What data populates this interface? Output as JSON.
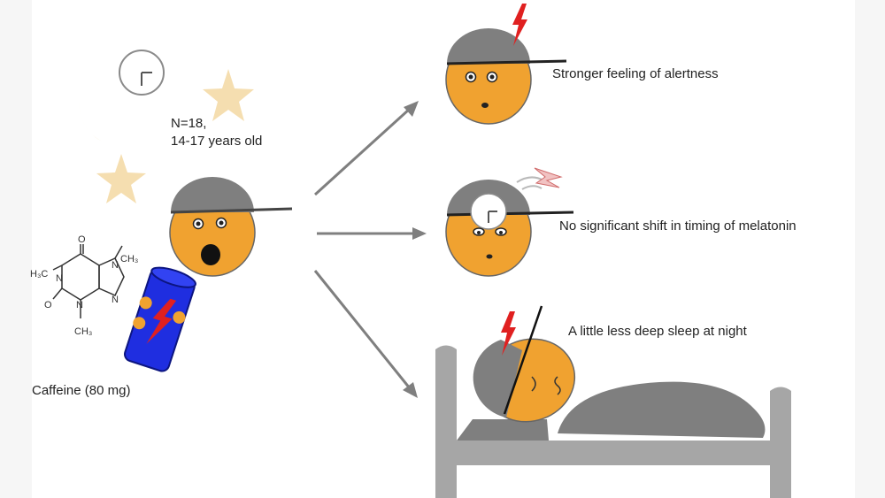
{
  "intro": {
    "participants": "N=18,",
    "age_range": "14-17 years old",
    "caffeine": "Caffeine (80 mg)"
  },
  "molecule": {
    "left_methyl": "H₃C",
    "top_methyl": "CH₃",
    "bottom_methyl": "CH₃",
    "n1": "N",
    "n3": "N",
    "n7": "N",
    "n9": "N",
    "o_top": "O",
    "o_left": "O"
  },
  "outcomes": [
    {
      "label": "Stronger feeling of alertness"
    },
    {
      "label": "No significant shift in timing  of melatonin"
    },
    {
      "label": "A little less deep sleep at night"
    }
  ],
  "colors": {
    "face": "#f0a230",
    "cap": "#7f7f7f",
    "star": "#f5deb0",
    "moon": "#f5deb0",
    "arrow": "#7f7f7f",
    "bolt": "#e02020",
    "can": "#1f2ee0",
    "bed": "#a6a6a6"
  },
  "icons": [
    "moon-icon",
    "clock-icon",
    "star-icon",
    "energy-drink-can-icon",
    "caffeine-molecule-icon",
    "lightning-bolt-icon",
    "bed-icon"
  ]
}
